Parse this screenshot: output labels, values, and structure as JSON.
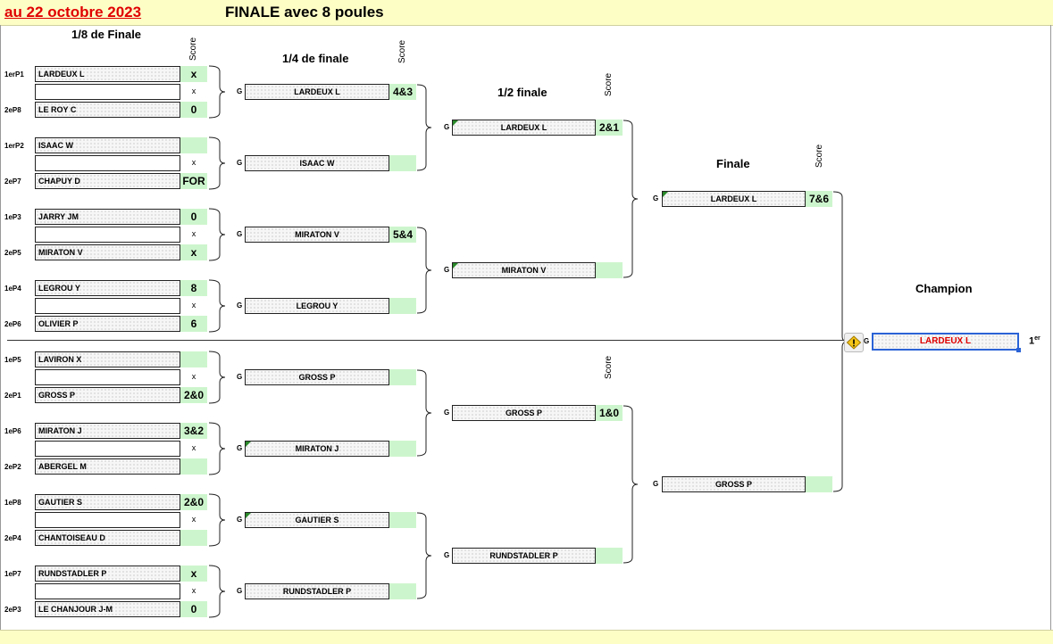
{
  "header": {
    "date": "au 22 octobre 2023",
    "title": "FINALE avec 8 poules"
  },
  "rounds": {
    "r16": "1/8 de Finale",
    "qf": "1/4 de finale",
    "sf": "1/2 finale",
    "f": "Finale",
    "champion": "Champion"
  },
  "score_label": "Score",
  "g_label": "G",
  "vs_label": "x",
  "r16": [
    {
      "seed": "1erP1",
      "name": "LARDEUX L",
      "score": "x"
    },
    {
      "seed": "2eP8",
      "name": "LE ROY C",
      "score": "0"
    },
    {
      "seed": "1erP2",
      "name": "ISAAC W",
      "score": ""
    },
    {
      "seed": "2eP7",
      "name": "CHAPUY D",
      "score": "FOR"
    },
    {
      "seed": "1eP3",
      "name": "JARRY JM",
      "score": "0"
    },
    {
      "seed": "2eP5",
      "name": "MIRATON V",
      "score": "x"
    },
    {
      "seed": "1eP4",
      "name": "LEGROU Y",
      "score": "8"
    },
    {
      "seed": "2eP6",
      "name": "OLIVIER P",
      "score": "6"
    },
    {
      "seed": "1eP5",
      "name": "LAVIRON X",
      "score": ""
    },
    {
      "seed": "2eP1",
      "name": "GROSS P",
      "score": "2&0"
    },
    {
      "seed": "1eP6",
      "name": "MIRATON J",
      "score": "3&2"
    },
    {
      "seed": "2eP2",
      "name": "ABERGEL M",
      "score": ""
    },
    {
      "seed": "1eP8",
      "name": "GAUTIER S",
      "score": "2&0"
    },
    {
      "seed": "2eP4",
      "name": "CHANTOISEAU D",
      "score": ""
    },
    {
      "seed": "1eP7",
      "name": "RUNDSTADLER P",
      "score": "x"
    },
    {
      "seed": "2eP3",
      "name": "LE CHANJOUR J-M",
      "score": "0"
    }
  ],
  "qf": [
    {
      "name": "LARDEUX L",
      "score": "4&3"
    },
    {
      "name": "ISAAC W",
      "score": ""
    },
    {
      "name": "MIRATON V",
      "score": "5&4"
    },
    {
      "name": "LEGROU Y",
      "score": ""
    },
    {
      "name": "GROSS P",
      "score": ""
    },
    {
      "name": "MIRATON J",
      "score": ""
    },
    {
      "name": "GAUTIER S",
      "score": ""
    },
    {
      "name": "RUNDSTADLER P",
      "score": ""
    }
  ],
  "sf": [
    {
      "name": "LARDEUX L",
      "score": "2&1"
    },
    {
      "name": "MIRATON V",
      "score": ""
    },
    {
      "name": "GROSS P",
      "score": "1&0"
    },
    {
      "name": "RUNDSTADLER P",
      "score": ""
    }
  ],
  "final": [
    {
      "name": "LARDEUX L",
      "score": "7&6"
    },
    {
      "name": "GROSS P",
      "score": ""
    }
  ],
  "champion": {
    "name": "LARDEUX L",
    "place": "1",
    "place_suffix": "er"
  },
  "colors": {
    "score_fill": "#cdf5cd",
    "header_fill": "#fdfdc6",
    "date_red": "#e00000",
    "selection_blue": "#2b63d6"
  }
}
